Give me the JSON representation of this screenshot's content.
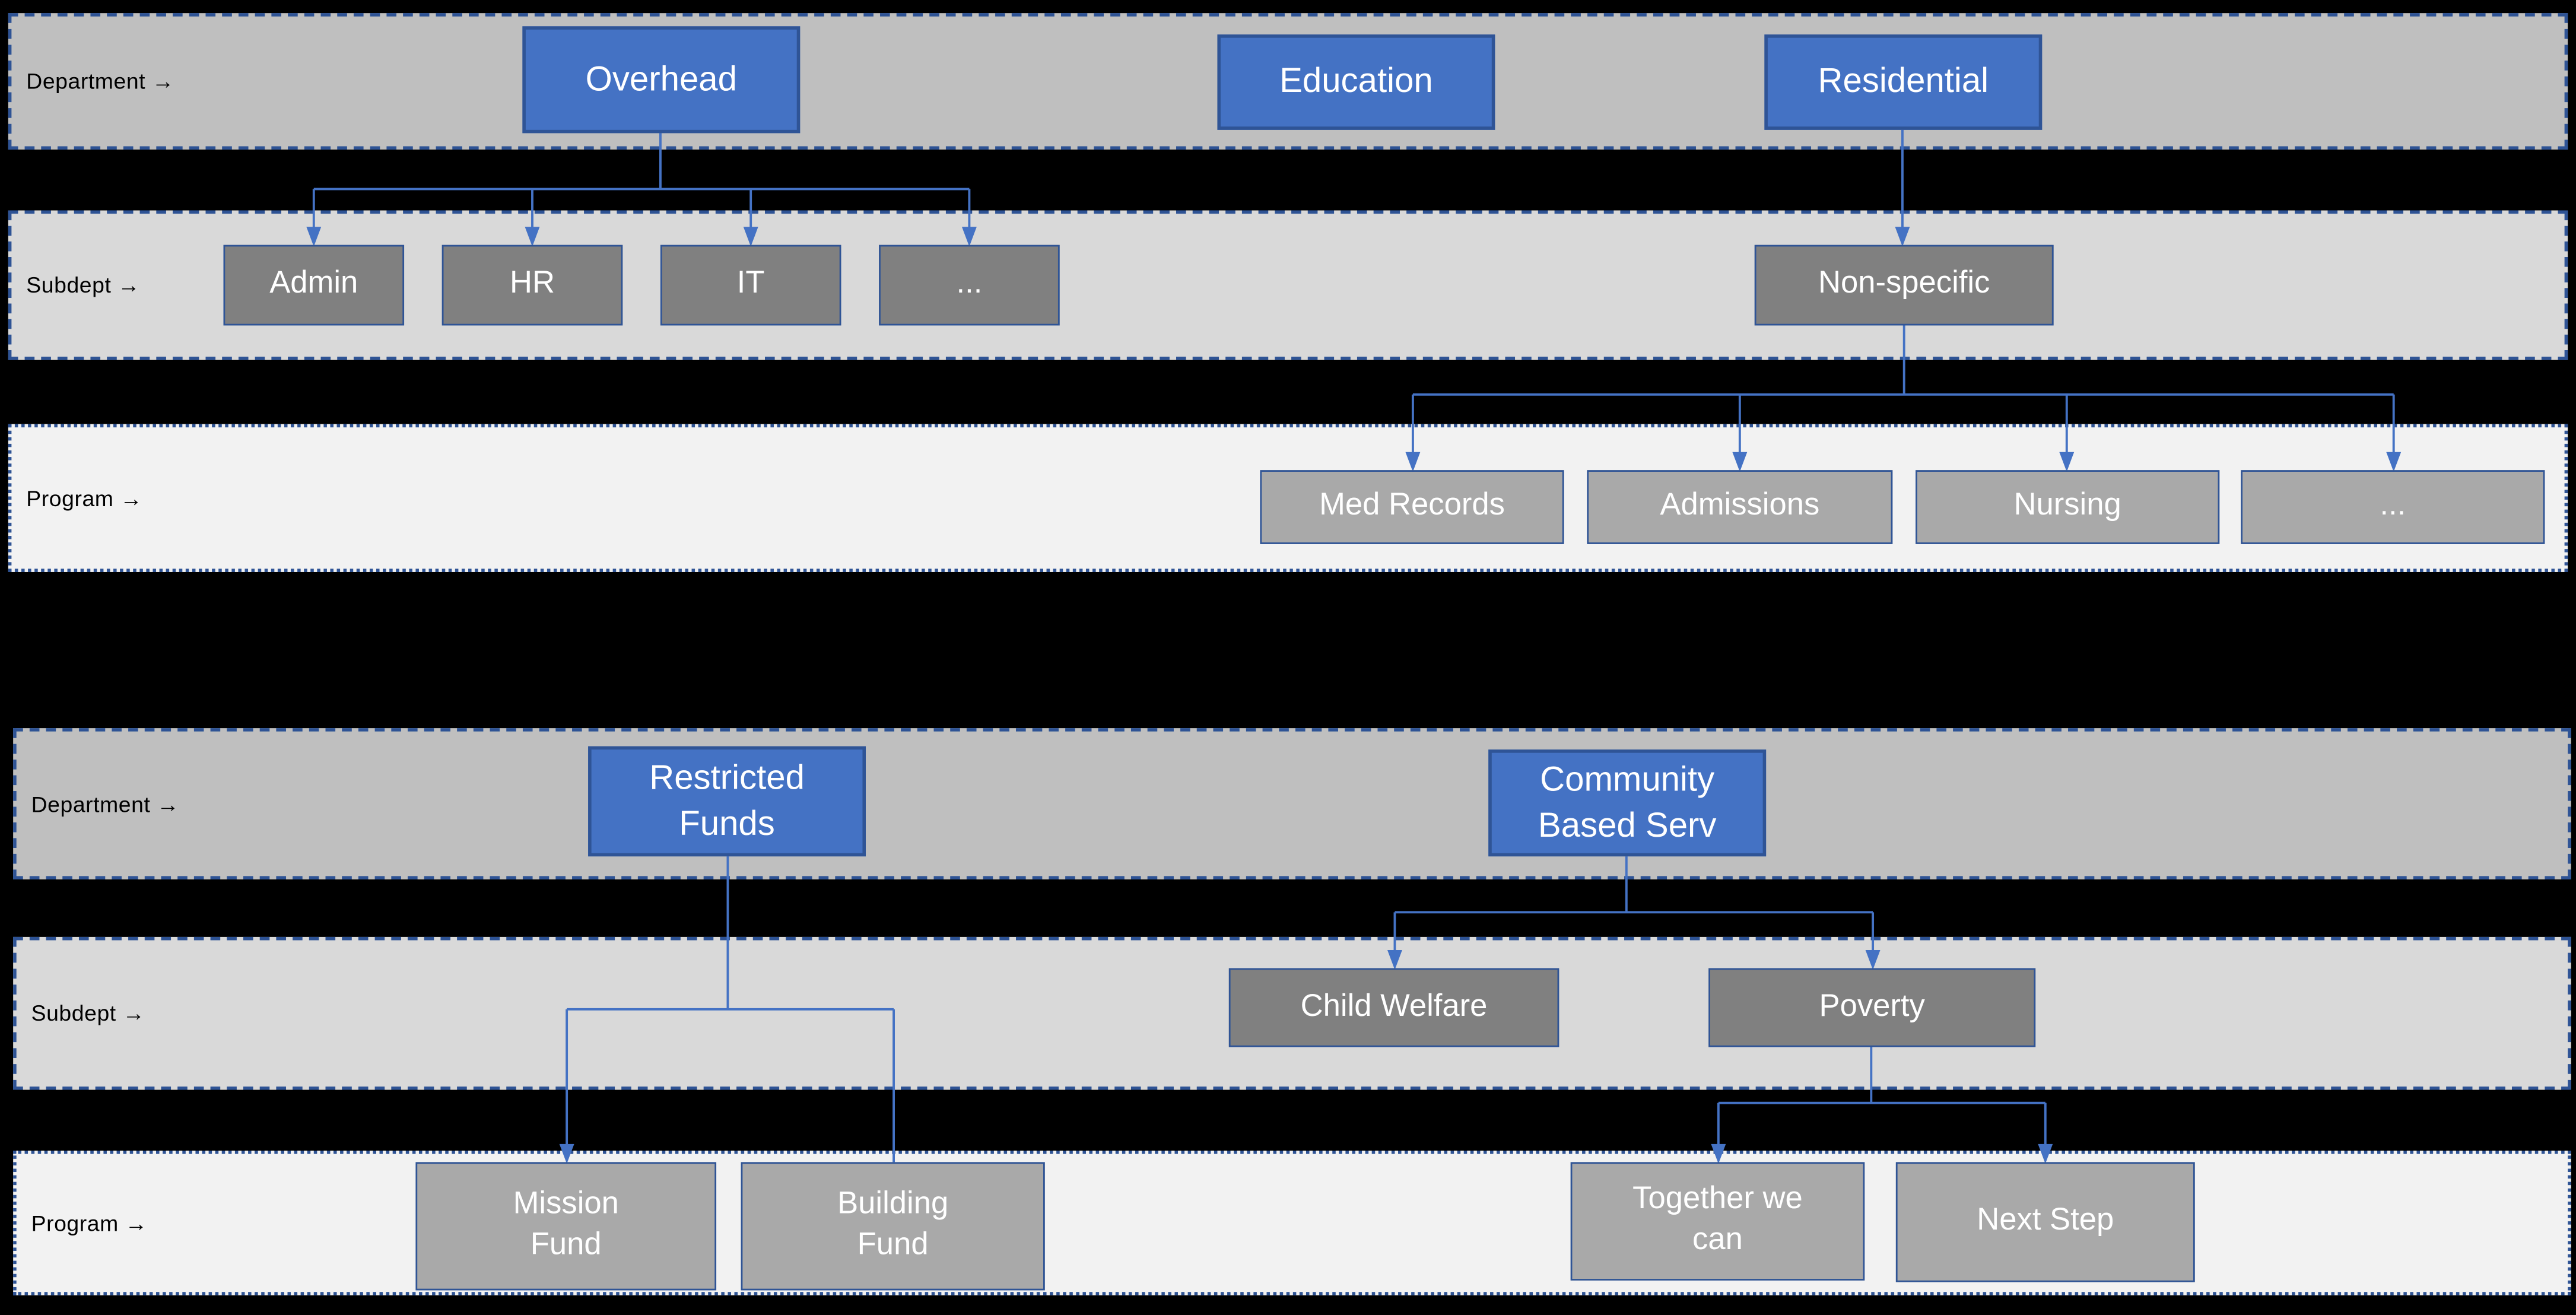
{
  "diagram": {
    "description": "Two cost-center hierarchies: Department to Subdept to Program",
    "sections": [
      {
        "rows": [
          {
            "label": "Department →",
            "nodes": [
              {
                "label": "Overhead"
              },
              {
                "label": "Education"
              },
              {
                "label": "Residential"
              }
            ]
          },
          {
            "label": "Subdept →",
            "nodes": [
              {
                "label": "Admin"
              },
              {
                "label": "HR"
              },
              {
                "label": "IT"
              },
              {
                "label": "..."
              },
              {
                "label": "Non-specific"
              }
            ]
          },
          {
            "label": "Program →",
            "nodes": [
              {
                "label": "Med Records"
              },
              {
                "label": "Admissions"
              },
              {
                "label": "Nursing"
              },
              {
                "label": "..."
              }
            ]
          }
        ]
      },
      {
        "rows": [
          {
            "label": "Department →",
            "nodes": [
              {
                "label": "Restricted\nFunds"
              },
              {
                "label": "Community\nBased Serv"
              }
            ]
          },
          {
            "label": "Subdept →",
            "nodes": [
              {
                "label": "Child Welfare"
              },
              {
                "label": "Poverty"
              }
            ]
          },
          {
            "label": "Program →",
            "nodes": [
              {
                "label": "Mission\nFund"
              },
              {
                "label": "Building\nFund"
              },
              {
                "label": "Together we\ncan"
              },
              {
                "label": "Next Step"
              }
            ]
          }
        ]
      }
    ],
    "colors": {
      "background": "#000000",
      "band_department": "#bfbfbf",
      "band_subdept": "#d9d9d9",
      "band_program": "#f2f2f2",
      "band_dashed_border": "#2e5395",
      "node_blue_fill": "#4472c4",
      "node_border_blue": "#2f5496",
      "node_dark_gray": "#808080",
      "node_light_gray": "#a9a9a9",
      "connector_blue": "#4472c4",
      "label_text": "#000000",
      "node_text": "#ffffff"
    }
  }
}
